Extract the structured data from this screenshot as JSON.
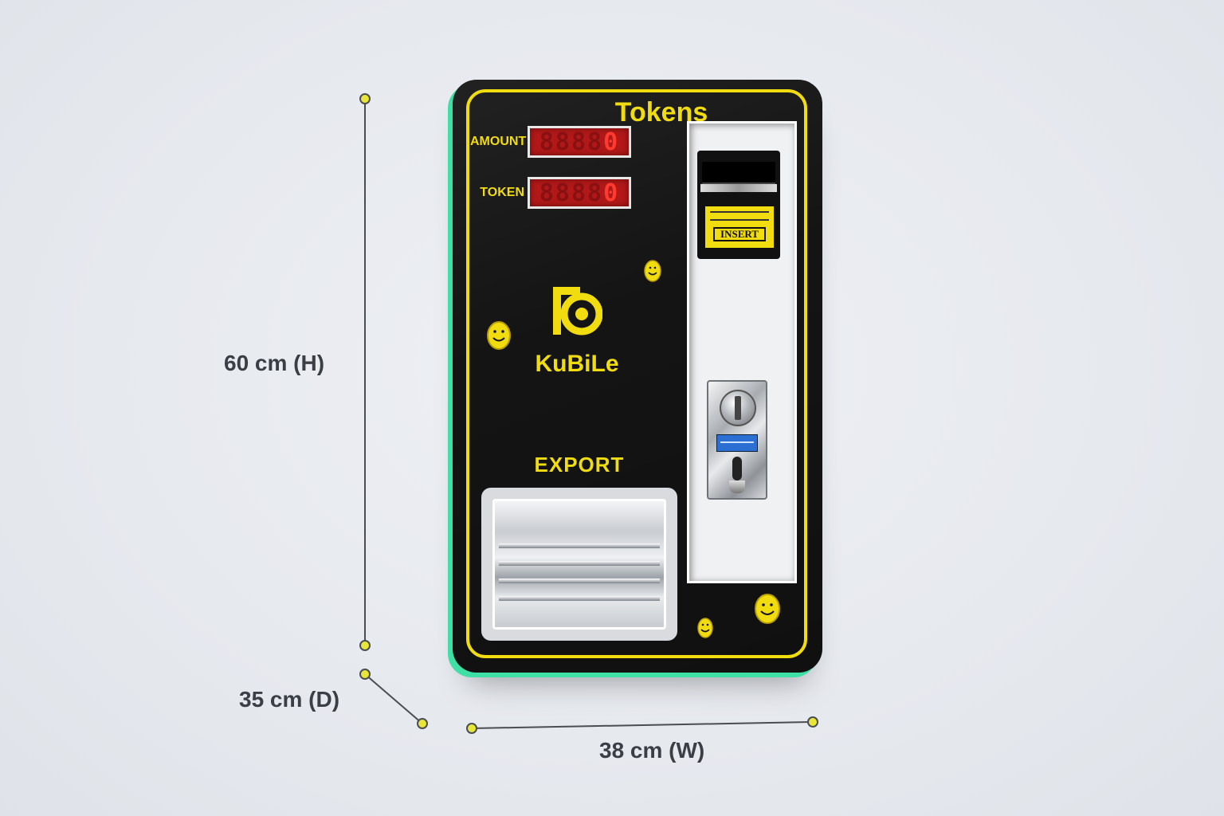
{
  "dimensions": {
    "height_label": "60 cm (H)",
    "depth_label": "35 cm (D)",
    "width_label": "38 cm (W)"
  },
  "machine": {
    "title": "Tokens",
    "amount_label": "AMOUNT",
    "amount_ghost": "8888",
    "amount_value": "0",
    "token_label": "TOKEN",
    "token_ghost": "8888",
    "token_value": "0",
    "brand_name": "KuBiLe",
    "export_label": "EXPORT",
    "insert_label": "INSERT"
  },
  "colors": {
    "body": "#141414",
    "accent_yellow": "#f1dc10",
    "edge_glow": "#3ee0a5",
    "led_red": "#ff3b2f"
  }
}
